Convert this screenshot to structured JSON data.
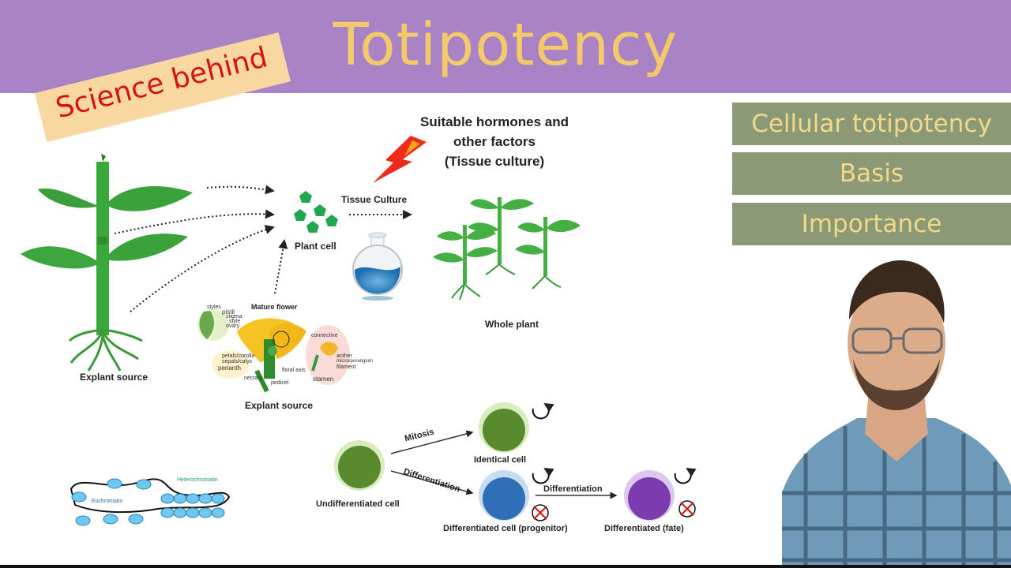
{
  "header": {
    "title": "Totipotency"
  },
  "tag": {
    "label": "Science behind"
  },
  "side_menu": [
    {
      "label": "Cellular totipotency"
    },
    {
      "label": "Basis"
    },
    {
      "label": "Importance"
    }
  ],
  "diagram": {
    "hormones_note": "Suitable hormones and\nother factors\n(Tissue culture)",
    "tissue_culture_label": "Tissue Culture",
    "plant_cell_label": "Plant cell",
    "whole_plant_label": "Whole plant",
    "explant_source_label_1": "Explant source",
    "explant_source_label_2": "Explant source",
    "flower": {
      "mature_flower": "Mature flower",
      "pistil": "pistil",
      "stamen": "stamen",
      "perianth": "perianth",
      "styles": "styles",
      "stigma": "stigma",
      "style": "style",
      "ovary": "ovary",
      "petals": "petals/corolla",
      "sepals": "sepals/calyx",
      "nectary": "nectary",
      "floral_axis": "floral axis",
      "pedicel": "pedicel",
      "connective": "connective",
      "anther": "anther",
      "microsporangium": "microsporangium",
      "filament": "filament"
    },
    "chromatin": {
      "euchromatin": "Euchromatin",
      "heterochromatin": "Heterochromatin"
    },
    "cells": {
      "mitosis": "Mitosis",
      "differentiation_1": "Differentiation",
      "differentiation_2": "Differentiation",
      "identical_cell": "Identical cell",
      "undifferentiated_cell": "Undifferentiated cell",
      "differentiated_progenitor": "Differentiated cell (progenitor)",
      "differentiated_fate": "Differentiated (fate)"
    }
  },
  "colors": {
    "header_bg": "#a884c6",
    "title": "#f3c96a",
    "side_bg": "#8a9a76",
    "side_text": "#f3d888",
    "tag_bg": "#f8d7a0",
    "tag_text": "#d51313",
    "leaf": "#3fa63f",
    "cell_green": "#5a8a2e",
    "cell_blue": "#2e6fb8",
    "cell_purple": "#7b3cb0"
  }
}
